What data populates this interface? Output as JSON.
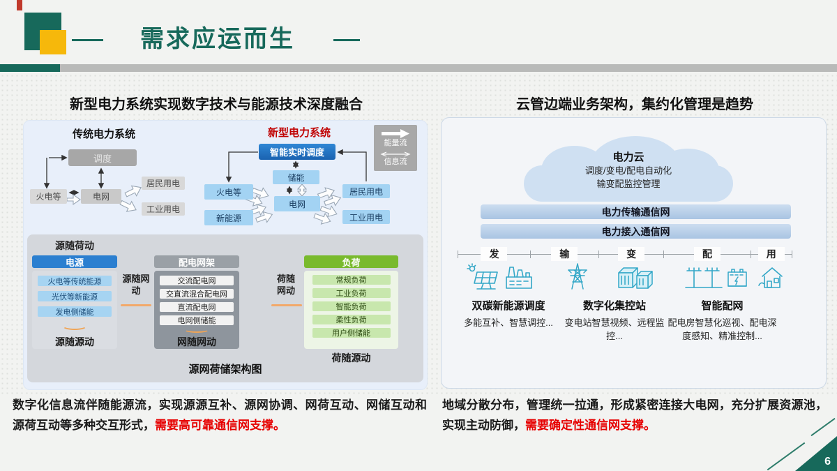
{
  "slide": {
    "title": "需求应运而生",
    "page_number": "6"
  },
  "left": {
    "heading": "新型电力系统实现数字技术与能源技术深度融合",
    "diagram": {
      "traditional_title": "传统电力系统",
      "modern_title": "新型电力系统",
      "boxes": {
        "dispatch": "调度",
        "thermal": "火电等",
        "grid": "电网",
        "residential": "居民用电",
        "industrial": "工业用电",
        "smart_dispatch": "智能实时调度",
        "storage": "储能",
        "new_energy": "新能源"
      },
      "legend": {
        "energy_flow": "能量流",
        "info_flow": "信息流"
      }
    },
    "sgls": {
      "top_label": "源随荷动",
      "columns": [
        {
          "header": "电源",
          "items": [
            "火电等传统能源",
            "光伏等新能源",
            "发电侧储能"
          ],
          "caption": "源随源动"
        },
        {
          "header": "配电网架",
          "items": [
            "交流配电网",
            "交直流混合配电网",
            "直流配电网",
            "电网侧储能"
          ],
          "caption": "网随网动"
        },
        {
          "header": "负荷",
          "items": [
            "常规负荷",
            "工业负荷",
            "智能负荷",
            "柔性负荷",
            "用户侧储能"
          ],
          "caption": "荷随源动"
        }
      ],
      "connectors": [
        "源随网动",
        "荷随网动"
      ],
      "caption": "源网荷储架构图"
    },
    "summary": {
      "text": "数字化信息流伴随能源流，实现源源互补、源网协调、网荷互动、网储互动和源荷互动等多种交互形式，",
      "highlight": "需要高可靠通信网支撑。"
    }
  },
  "right": {
    "heading": "云管边端业务架构，集约化管理是趋势",
    "cloud": {
      "title": "电力云",
      "line1": "调度/变电/配电自动化",
      "line2": "输变配监控管理"
    },
    "bars": [
      "电力传输通信网",
      "电力接入通信网"
    ],
    "segments": [
      "发",
      "输",
      "变",
      "配",
      "用"
    ],
    "groups": [
      {
        "title": "双碳新能源调度",
        "desc": "多能互补、智慧调控..."
      },
      {
        "title": "数字化集控站",
        "desc": "变电站智慧视频、远程监控..."
      },
      {
        "title": "智能配网",
        "desc": "配电房智慧化巡视、配电深度感知、精准控制..."
      }
    ],
    "summary": {
      "text": "地域分散分布，管理统一拉通，形成紧密连接大电网，充分扩展资源池，实现主动防御，",
      "highlight": "需要确定性通信网支撑。"
    }
  },
  "colors": {
    "brand_green": "#17695b",
    "accent_yellow": "#f6b80b",
    "title_red": "#c00000",
    "highlight_red": "#e60000",
    "blue_header": "#2b7fd0",
    "gray_header": "#9aa0a6",
    "green_header": "#79ba2d",
    "icon_teal": "#33a7c7"
  }
}
